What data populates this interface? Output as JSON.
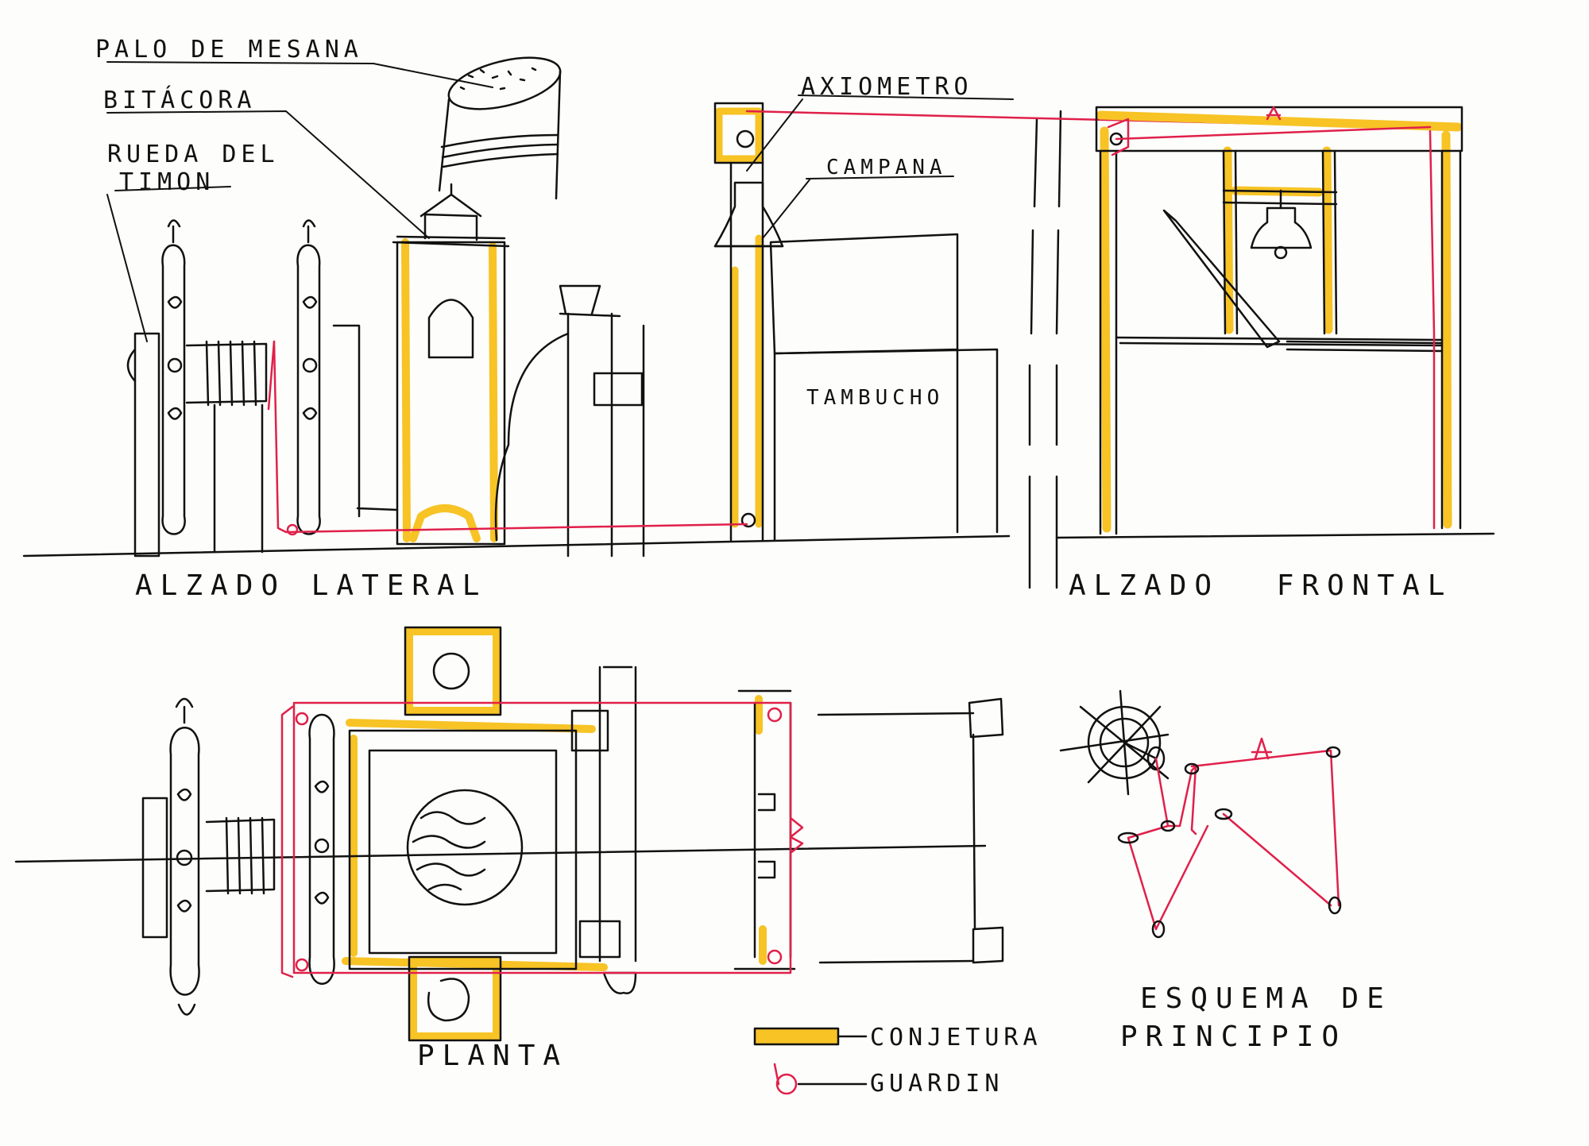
{
  "labels": {
    "palo_de_mesana": "PALO DE MESANA",
    "bitacora": "BITÁCORA",
    "rueda_del": "RUEDA DEL",
    "timon": "TIMON",
    "axiometro": "AXIOMETRO",
    "campana": "CAMPANA",
    "tambucho": "TAMBUCHO",
    "alzado_lateral": "ALZADO LATERAL",
    "alzado_frontal": "ALZADO FRONTAL",
    "planta": "PLANTA",
    "esquema_de": "ESQUEMA DE",
    "principio": "PRINCIPIO",
    "legend_conjetura": "CONJETURA",
    "legend_guardin": "GUARDIN"
  },
  "colors": {
    "ink": "#111111",
    "conjetura_yellow": "#f7c325",
    "guardin_red": "#e0204a",
    "paper": "#fdfdfb"
  }
}
